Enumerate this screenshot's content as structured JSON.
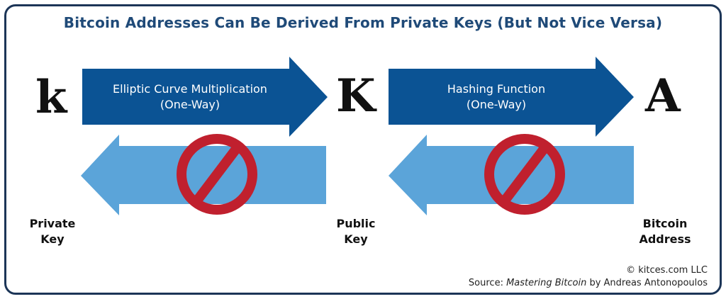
{
  "title": "Bitcoin Addresses Can Be Derived From Private Keys (But Not Vice Versa)",
  "symbols": {
    "private_key": "k",
    "public_key": "K",
    "address": "A"
  },
  "arrows": {
    "forward_1": {
      "line1": "Elliptic Curve Multiplication",
      "line2": "(One-Way)"
    },
    "forward_2": {
      "line1": "Hashing Function",
      "line2": "(One-Way)"
    }
  },
  "labels": {
    "private_key": {
      "line1": "Private",
      "line2": "Key"
    },
    "public_key": {
      "line1": "Public",
      "line2": "Key"
    },
    "address": {
      "line1": "Bitcoin",
      "line2": "Address"
    }
  },
  "credits": {
    "copyright": "© kitces.com LLC",
    "source_prefix": "Source: ",
    "source_title": "Mastering Bitcoin",
    "source_suffix": " by Andreas Antonopoulos"
  },
  "colors": {
    "forward_arrow": "#0b5394",
    "reverse_arrow": "#5ba4d9",
    "prohibition": "#c0202e"
  }
}
